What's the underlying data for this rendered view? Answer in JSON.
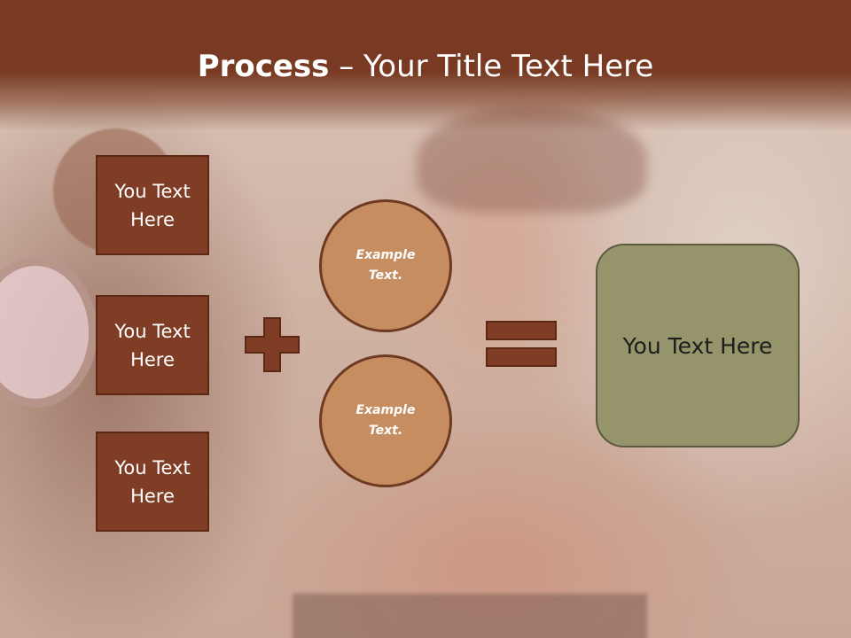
{
  "slide": {
    "title_bold": "Process",
    "title_rest": " – Your Title Text Here",
    "left_boxes": [
      {
        "label": "You Text Here"
      },
      {
        "label": "You Text Here"
      },
      {
        "label": "You Text Here"
      }
    ],
    "circles": [
      {
        "label": "Example Text."
      },
      {
        "label": "Example Text."
      }
    ],
    "result_label": "You Text Here",
    "icons": [
      "plus-icon",
      "equals-icon"
    ]
  },
  "colors": {
    "header": "#783a22",
    "box_fill": "#7e3d24",
    "circle_fill": "#c68d61",
    "result_fill": "#96946a"
  }
}
